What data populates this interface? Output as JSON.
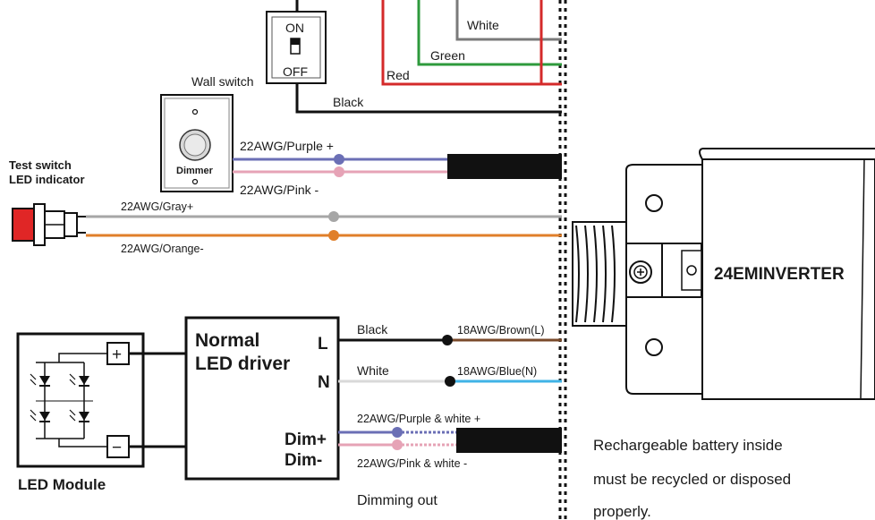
{
  "switch": {
    "on": "ON",
    "off": "OFF",
    "label": "Wall switch"
  },
  "dimmer": {
    "label": "Dimmer",
    "wire_purple": "22AWG/Purple +",
    "wire_pink": "22AWG/Pink -"
  },
  "mains_wires": {
    "white": "White",
    "green": "Green",
    "red": "Red",
    "black": "Black"
  },
  "test_switch": {
    "label_line1": "Test switch",
    "label_line2": "LED indicator",
    "wire_gray": "22AWG/Gray+",
    "wire_orange": "22AWG/Orange-"
  },
  "inverter": {
    "name": "24EMINVERTER"
  },
  "led_module": {
    "label": "LED  Module",
    "plus": "+",
    "minus": "−"
  },
  "driver": {
    "line1": "Normal",
    "line2": "LED driver",
    "pin_l": "L",
    "pin_n": "N",
    "pin_dim_plus": "Dim+",
    "pin_dim_minus": "Dim-"
  },
  "output_wires": {
    "black": "Black",
    "brown": "18AWG/Brown(L)",
    "white": "White",
    "blue": "18AWG/Blue(N)",
    "purple_white": "22AWG/Purple & white +",
    "pink_white": "22AWG/Pink & white -",
    "dimming_out": "Dimming out"
  },
  "note": {
    "line1": "Rechargeable battery inside",
    "line2": "must be recycled or disposed",
    "line3": "properly."
  },
  "colors": {
    "red": "#d42a2a",
    "green": "#2e9a3c",
    "gray": "#7a7a7a",
    "purple": "#6b6fb5",
    "pink": "#e6a3b6",
    "light_gray_wire": "#a6a6a6",
    "orange": "#e07f2a",
    "brown": "#7a4a2a",
    "blue": "#3fb3e6"
  }
}
